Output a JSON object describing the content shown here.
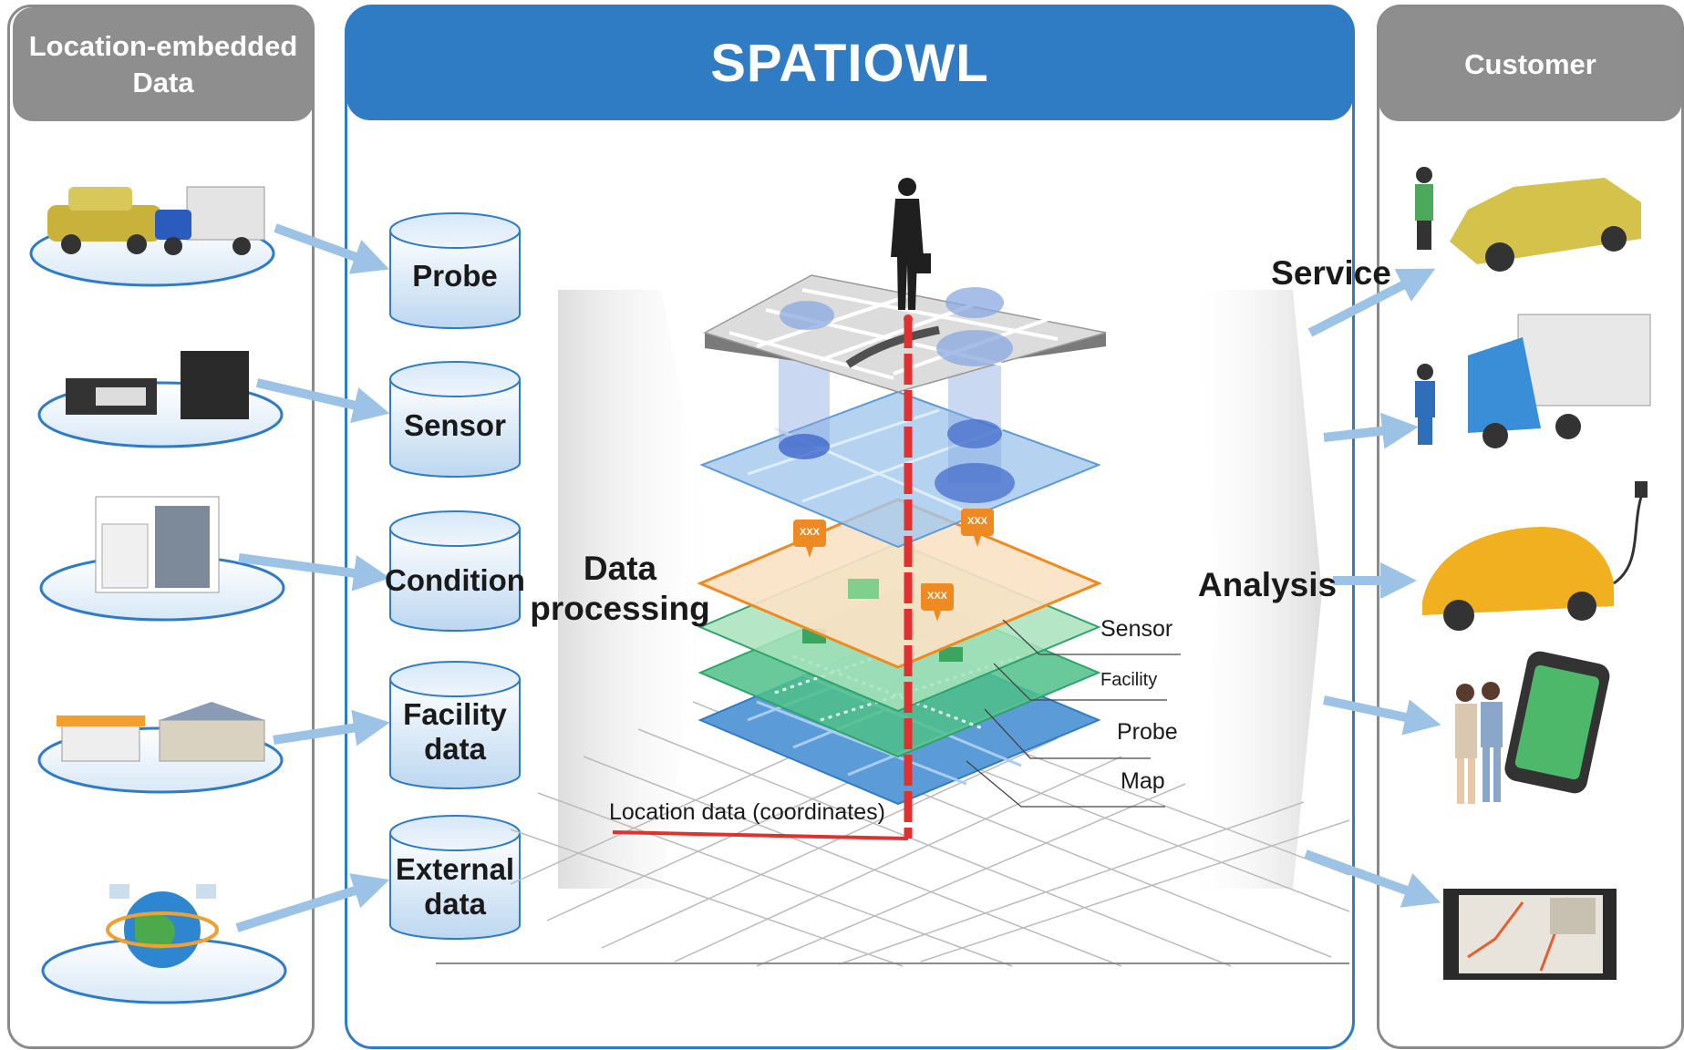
{
  "left_panel": {
    "title": "Location-embedded\nData"
  },
  "center_panel": {
    "title": "SPATIOWL"
  },
  "right_panel": {
    "title": "Customer"
  },
  "databases": [
    {
      "label": "Probe"
    },
    {
      "label": "Sensor"
    },
    {
      "label": "Condition"
    },
    {
      "label": "Facility\ndata"
    },
    {
      "label": "External\ndata"
    }
  ],
  "process": {
    "data_processing": "Data\nprocessing",
    "service": "Service",
    "analysis": "Analysis"
  },
  "layers": {
    "sensor": "Sensor",
    "facility": "Facility",
    "probe": "Probe",
    "map": "Map",
    "location": "Location data (coordinates)"
  },
  "map_tags": [
    "XXX",
    "XXX",
    "XXX"
  ],
  "colors": {
    "blue": "#2f7cc4",
    "gray": "#8e8e8e",
    "arrow": "#9cc3e6",
    "orange_layer": "#f6d5ae",
    "green_layer": "#7fd1a2",
    "red_line": "#e03030"
  }
}
